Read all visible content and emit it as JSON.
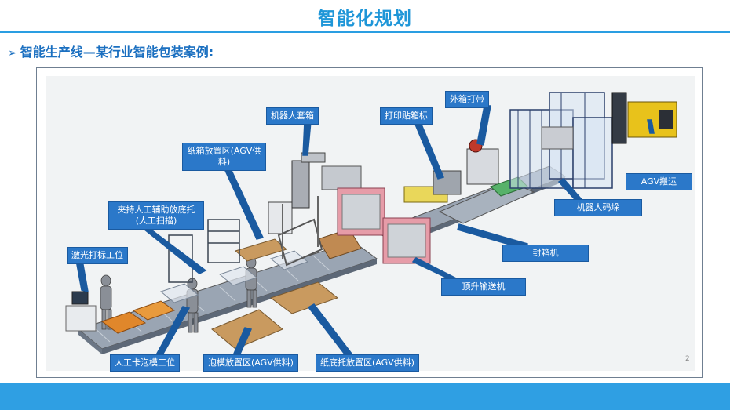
{
  "page": {
    "title": "智能化规划",
    "subtitle": "智能生产线—某行业智能包装案例:",
    "page_number": "2"
  },
  "labels": {
    "laser_marking": "激光打标工位",
    "clamp_pallet": "夹持人工辅助放底托(人工扫描)",
    "carton_area": "纸箱放置区(AGV供料)",
    "robot_box": "机器人套箱",
    "print_label": "打印贴箱标",
    "outer_strap": "外箱打带",
    "agv_transport": "AGV搬运",
    "robot_palletize": "机器人码垛",
    "sealer": "封箱机",
    "lift_conveyor": "顶升输送机",
    "foam_card": "人工卡泡模工位",
    "foam_area": "泡模放置区(AGV供料)",
    "pallet_area": "纸底托放置区(AGV供料)"
  },
  "colors": {
    "title": "#1e96d8",
    "label_bg": "#2b78c9",
    "footer": "#2f9fe3"
  }
}
